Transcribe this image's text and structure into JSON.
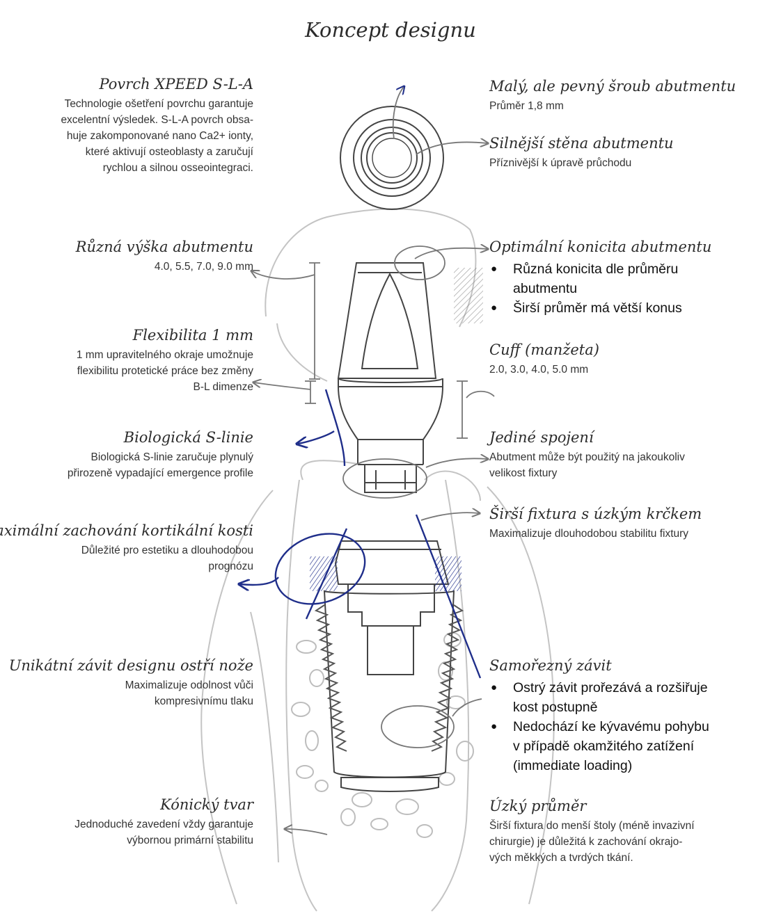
{
  "title": "Koncept designu",
  "left": [
    {
      "heading": "Povrch XPEED S-L-A",
      "lines": [
        "Technologie ošetření povrchu garantuje",
        "excelentní výsledek. S-L-A povrch obsa-",
        "huje zakomponované nano Ca2+ ionty,",
        "které aktivují osteoblasty a zaručují",
        "rychlou a silnou osseointegraci."
      ]
    },
    {
      "heading": "Různá výška abutmentu",
      "lines": [
        "4.0, 5.5, 7.0, 9.0 mm"
      ]
    },
    {
      "heading": "Flexibilita 1 mm",
      "lines": [
        "1 mm upravitelného okraje umožnuje",
        "flexibilitu protetické práce bez změny",
        "B-L dimenze"
      ]
    },
    {
      "heading": "Biologická S-linie",
      "lines": [
        "Biologická S-linie zaručuje plynulý",
        "přirozeně vypadající emergence profile"
      ]
    },
    {
      "heading": "Maximální zachování kortikální kosti",
      "lines": [
        "Důležité pro estetiku a dlouhodobou",
        "prognózu"
      ]
    },
    {
      "heading": "Unikátní závit designu ostří nože",
      "lines": [
        "Maximalizuje odolnost vůči",
        "kompresivnímu tlaku"
      ]
    },
    {
      "heading": "Kónický tvar",
      "lines": [
        "Jednoduché zavedení vždy garantuje",
        "výbornou primární stabilitu"
      ]
    }
  ],
  "right": [
    {
      "heading": "Malý, ale pevný šroub abutmentu",
      "lines": [
        "Průměr 1,8 mm"
      ]
    },
    {
      "heading": "Silnější stěna abutmentu",
      "lines": [
        "Příznivější k úpravě průchodu"
      ]
    },
    {
      "heading": "Optimální konicita abutmentu",
      "bullets": [
        [
          "Různá konicita dle průměru",
          "abutmentu"
        ],
        [
          "Širší průměr má větší konus"
        ]
      ]
    },
    {
      "heading": "Cuff (manžeta)",
      "lines": [
        "2.0, 3.0, 4.0, 5.0 mm"
      ]
    },
    {
      "heading": "Jediné spojení",
      "lines": [
        "Abutment může být použitý na jakoukoliv",
        "velikost fixtury"
      ]
    },
    {
      "heading": "Širší fixtura s úzkým krčkem",
      "lines": [
        "Maximalizuje dlouhodobou stabilitu fixtury"
      ]
    },
    {
      "heading": "Samořezný závit",
      "bullets": [
        [
          "Ostrý závit prořezává a rozšiřuje",
          "kost postupně"
        ],
        [
          "Nedochází ke kývavému pohybu",
          "v případě okamžitého zatížení",
          "(immediate loading)"
        ]
      ]
    },
    {
      "heading": "Úzký průměr",
      "lines": [
        "Širší fixtura do menší štoly (méně invazivní",
        "chirurgie) je důležitá k zachování okrajo-",
        "vých měkkých a tvrdých tkání."
      ]
    }
  ],
  "colors": {
    "ink": "#2b2b2b",
    "sketch": "#8a8a8a",
    "pen": "#1f2e8a"
  }
}
